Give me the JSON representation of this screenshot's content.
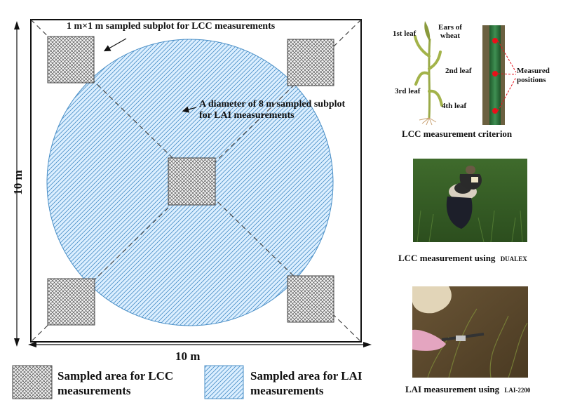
{
  "diagram": {
    "plot_size_horizontal": "10 m",
    "plot_size_vertical": "10 m",
    "lcc_subplot_label": "1 m×1 m sampled  subplot for  LCC measurements",
    "lai_subplot_label_line1": "A diameter of 8 m sampled  subplot",
    "lai_subplot_label_line2": "for LAI measurements"
  },
  "legend": [
    {
      "line1": "Sampled  area for  LCC",
      "line2": "measurements"
    },
    {
      "line1": "Sampled  area for  LAI",
      "line2": "measurements"
    }
  ],
  "panels": {
    "criterion": {
      "leaf_labels": [
        "1st leaf",
        "2nd leaf",
        "3rd leaf",
        "4th leaf"
      ],
      "ears_line1": "Ears of",
      "ears_line2": "wheat",
      "measured_line1": "Measured",
      "measured_line2": "positions",
      "caption": "LCC  measurement criterion"
    },
    "dualex": {
      "caption_main": "LCC  measurement using",
      "caption_device": "DUALEX"
    },
    "lai2200": {
      "caption_main": "LAI  measurement using",
      "caption_device": "LAI-2200"
    }
  },
  "colors": {
    "lcc_hatch": "#555555",
    "lai_fill": "#dcefff",
    "lai_hatch": "#4a8fc7",
    "measure_dot": "#e8101a",
    "leaf_green": "#9aaa48"
  }
}
